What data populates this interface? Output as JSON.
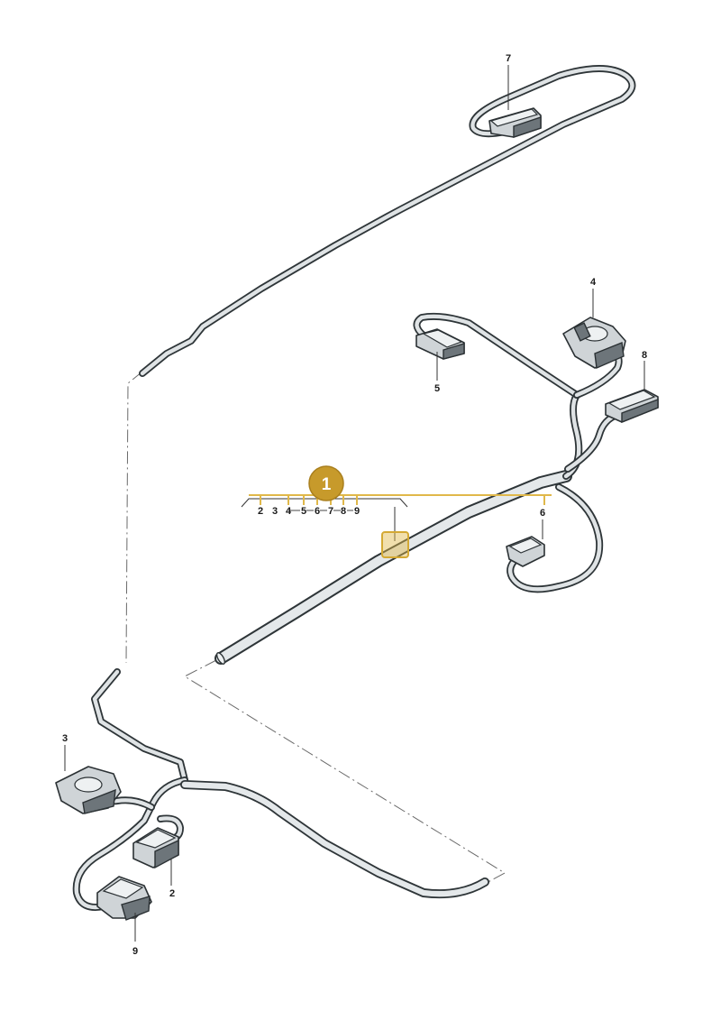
{
  "callouts": {
    "main": "1",
    "group_items": [
      "2",
      "3",
      "4",
      "5",
      "6",
      "7",
      "8",
      "9"
    ],
    "part_2": "2",
    "part_3": "3",
    "part_4": "4",
    "part_5": "5",
    "part_6": "6",
    "part_7": "7",
    "part_8": "8",
    "part_9": "9"
  },
  "colors": {
    "highlight": "#e0b84a",
    "badge_fill": "#c79a2b",
    "badge_text": "#ffffff",
    "cable_outline": "#2e3538",
    "cable_fill": "#dfe3e5"
  }
}
